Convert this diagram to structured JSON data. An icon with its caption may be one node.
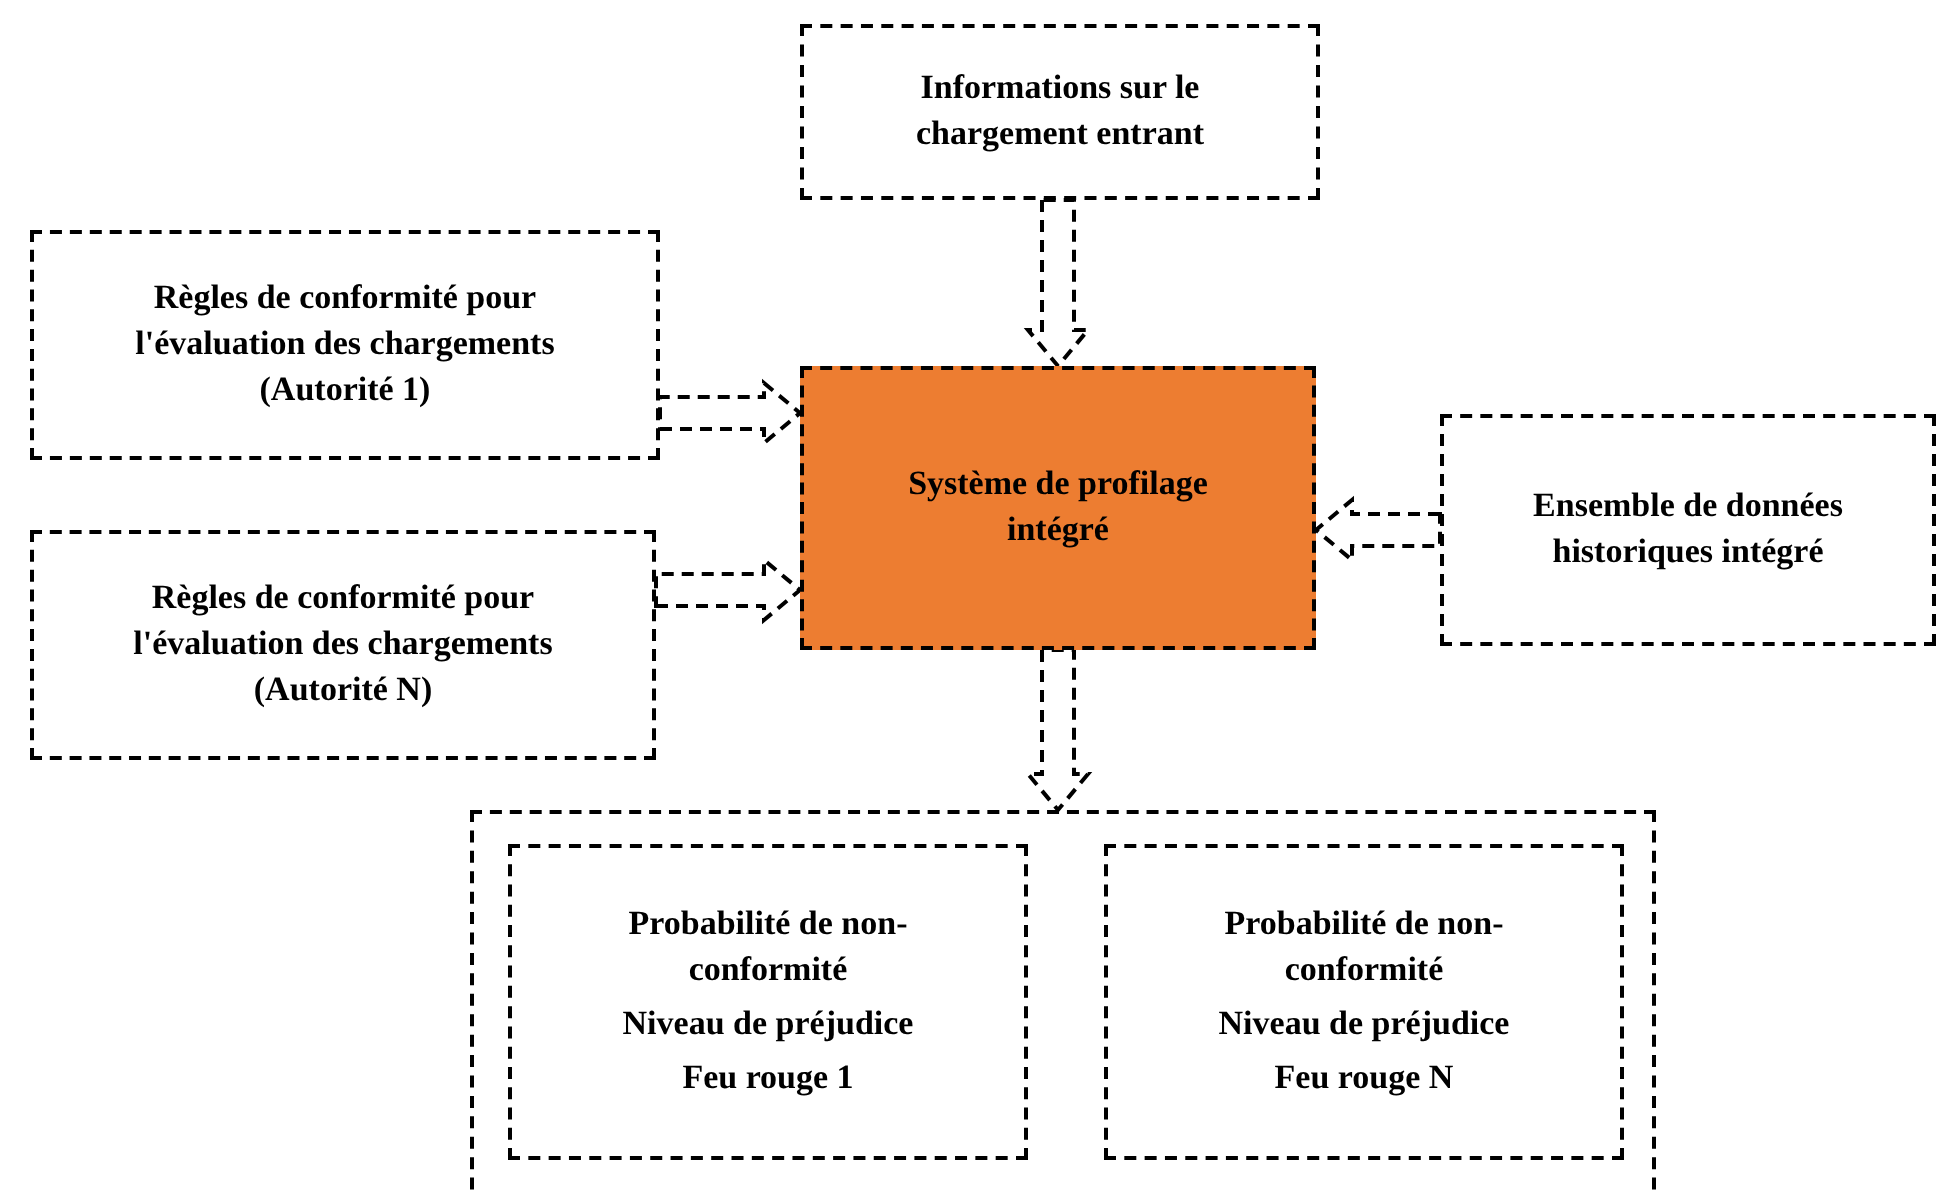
{
  "diagram": {
    "nodes": [
      {
        "text": [
          "Informations sur le chargement entrant"
        ]
      },
      {
        "text": [
          "Règles de conformité pour l'évaluation des chargements (Autorité 1)"
        ]
      },
      {
        "text": [
          "Système de profilage intégré"
        ]
      },
      {
        "text": [
          "Ensemble de données historiques intégré"
        ]
      },
      {
        "text": [
          "Règles de conformité pour l'évaluation des chargements (Autorité N)"
        ]
      },
      {
        "text": [],
        "shape": "box"
      },
      {
        "text": [
          "Probabilité de non-conformité",
          "Niveau de préjudice",
          "Feu rouge 1"
        ],
        "in": 5
      },
      {
        "text": [
          "Probabilité de non-conformité",
          "Niveau de préjudice",
          "Feu rouge N"
        ],
        "in": 5
      }
    ],
    "edges": [
      {
        "from": 0,
        "to": 2,
        "arrow": "to",
        "style": "dashed"
      },
      {
        "from": 1,
        "to": 2,
        "arrow": "to",
        "style": "dashed"
      },
      {
        "from": 4,
        "to": 2,
        "arrow": "to",
        "style": "dashed"
      },
      {
        "from": 3,
        "to": 2,
        "arrow": "to",
        "style": "dashed"
      },
      {
        "from": 2,
        "to": 5,
        "arrow": "to",
        "style": "dashed"
      }
    ]
  }
}
